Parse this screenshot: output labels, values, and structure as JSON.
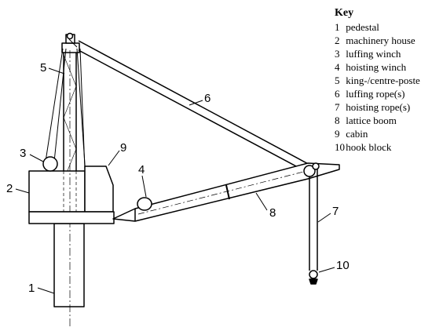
{
  "key": {
    "title": "Key",
    "entries": [
      {
        "num": "1",
        "label": "pedestal"
      },
      {
        "num": "2",
        "label": "machinery house"
      },
      {
        "num": "3",
        "label": "luffing winch"
      },
      {
        "num": "4",
        "label": "hoisting winch"
      },
      {
        "num": "5",
        "label": "king-/centre-poste"
      },
      {
        "num": "6",
        "label": "luffing rope(s)"
      },
      {
        "num": "7",
        "label": "hoisting rope(s)"
      },
      {
        "num": "8",
        "label": "lattice boom"
      },
      {
        "num": "9",
        "label": "cabin"
      },
      {
        "num": "10",
        "label": "hook block"
      }
    ]
  },
  "callouts": [
    "1",
    "2",
    "3",
    "4",
    "5",
    "6",
    "7",
    "8",
    "9",
    "10"
  ],
  "colors": {
    "line": "#000000",
    "background": "#ffffff"
  }
}
